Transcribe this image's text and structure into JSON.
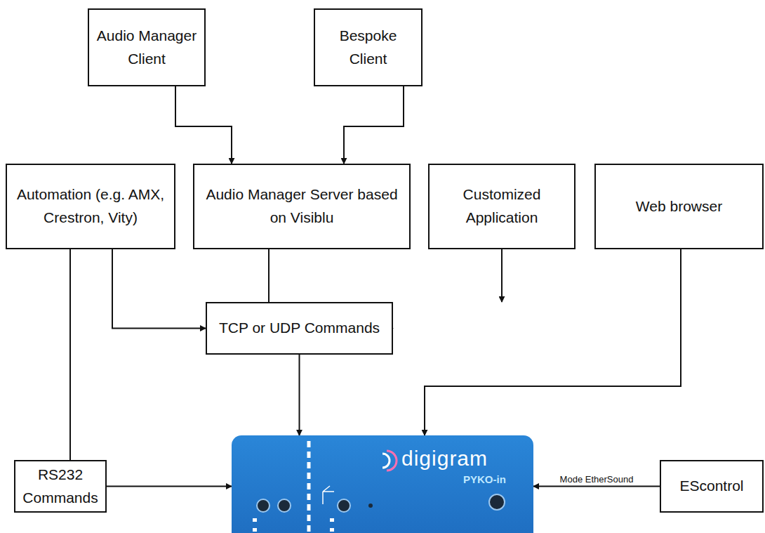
{
  "diagram": {
    "nodes": [
      {
        "text": [
          "Audio Manager Client"
        ]
      },
      {
        "text": [
          "Bespoke Client"
        ]
      },
      {
        "text": [
          "Automation (e.g. AMX, Crestron, Vity)"
        ]
      },
      {
        "text": [
          "Audio Manager Server based on Visiblu"
        ]
      },
      {
        "text": [
          "Customized Application"
        ]
      },
      {
        "text": [
          "Web browser"
        ]
      },
      {
        "text": [
          "TCP or UDP Commands"
        ]
      },
      {
        "text": [
          "RS232 Commands"
        ]
      },
      {
        "text": [
          "digigram",
          "PYKO-in"
        ]
      },
      {
        "text": [
          "EScontrol"
        ]
      }
    ],
    "edges": [
      {
        "from": 0,
        "to": 3,
        "arrow": "to"
      },
      {
        "from": 1,
        "to": 3,
        "arrow": "to"
      },
      {
        "from": 2,
        "to": 6,
        "arrow": "to"
      },
      {
        "from": 2,
        "to": 7,
        "arrow": "none"
      },
      {
        "from": 3,
        "to": 6,
        "arrow": "to"
      },
      {
        "from": 4,
        "to": 6,
        "arrow": "to"
      },
      {
        "from": 6,
        "to": 8,
        "arrow": "to"
      },
      {
        "from": 5,
        "to": 8,
        "arrow": "to"
      },
      {
        "from": 7,
        "to": 8,
        "arrow": "to"
      },
      {
        "from": 9,
        "to": 8,
        "label": "Mode EtherSound",
        "arrow": "to"
      }
    ]
  }
}
